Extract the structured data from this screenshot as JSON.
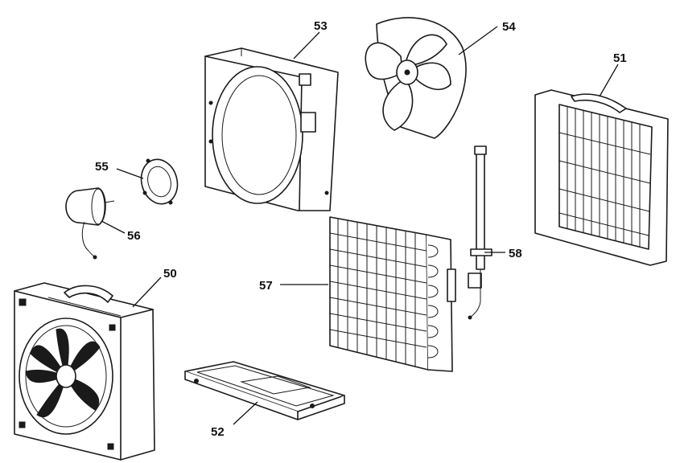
{
  "callouts": {
    "p50": "50",
    "p51": "51",
    "p52": "52",
    "p53": "53",
    "p54": "54",
    "p55": "55",
    "p56": "56",
    "p57": "57",
    "p58": "58"
  },
  "colors": {
    "line": "#1a1a1a",
    "background": "#ffffff"
  }
}
